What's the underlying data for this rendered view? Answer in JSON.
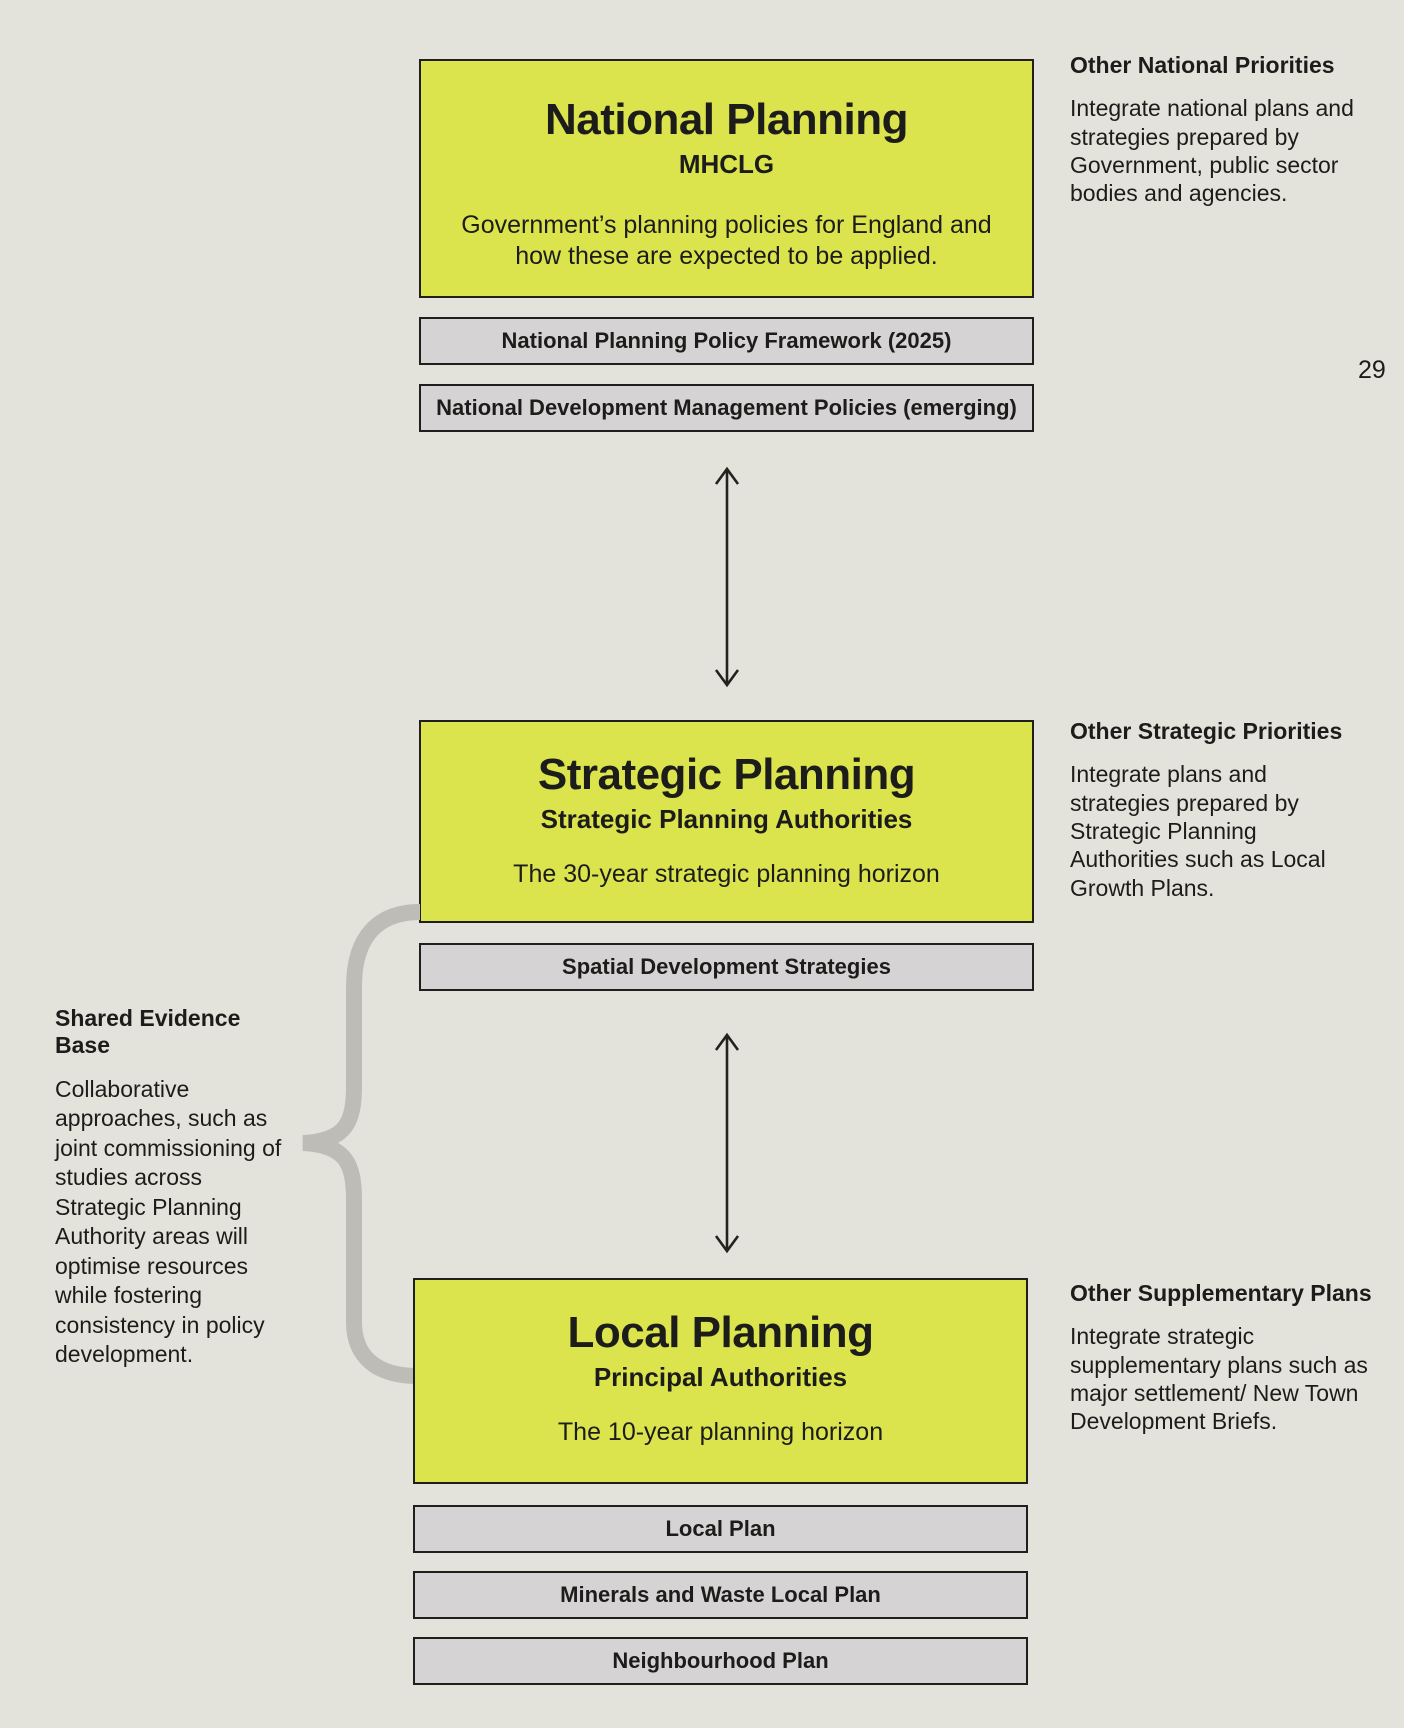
{
  "page": {
    "number": "29"
  },
  "colors": {
    "background": "#e4e3db",
    "box_green": "#dbe44d",
    "bar_gray": "#d5d3d4",
    "border_dark": "#1f1f1d",
    "brace_gray": "#bdbcb7",
    "arrow_dark": "#222220",
    "text": "#1c1c1a"
  },
  "levels": {
    "national": {
      "title": "National Planning",
      "subtitle": "MHCLG",
      "description": "Government’s planning policies for England and how these are expected to be applied.",
      "bars": [
        "National Planning Policy Framework (2025)",
        "National Development Management Policies (emerging)"
      ]
    },
    "strategic": {
      "title": "Strategic Planning",
      "subtitle": "Strategic Planning Authorities",
      "description": "The 30-year strategic planning horizon",
      "bars": [
        "Spatial Development Strategies"
      ]
    },
    "local": {
      "title": "Local Planning",
      "subtitle": "Principal Authorities",
      "description": "The 10-year planning horizon",
      "bars": [
        "Local Plan",
        "Minerals and Waste Local Plan",
        "Neighbourhood Plan"
      ]
    }
  },
  "side_notes": {
    "national": {
      "heading": "Other National Priorities",
      "body": "Integrate national plans and strategies prepared by Government, public sector bodies and agencies."
    },
    "strategic": {
      "heading": "Other Strategic Priorities",
      "body": "Integrate plans and strategies prepared by Strategic Planning Authorities such as Local Growth Plans."
    },
    "local": {
      "heading": "Other Supplementary Plans",
      "body": "Integrate strategic supplementary plans such as major settlement/ New Town Development Briefs."
    }
  },
  "shared_evidence": {
    "heading": "Shared Evidence Base",
    "body": "Collaborative approaches, such as joint commissioning of studies across Strategic Planning Authority areas will optimise resources while fostering consistency in policy development."
  }
}
